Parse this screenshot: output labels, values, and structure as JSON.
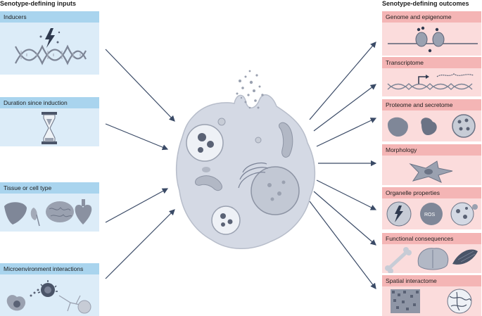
{
  "inputs": {
    "heading": "Senotype-defining inputs",
    "boxes": [
      {
        "label": "Inducers",
        "icon": "dna-lightning-icon"
      },
      {
        "label": "Duration since induction",
        "icon": "hourglass-icon"
      },
      {
        "label": "Tissue or cell type",
        "icon": "organs-icon"
      },
      {
        "label": "Microenvironment interactions",
        "icon": "immune-cells-icon"
      }
    ]
  },
  "outcomes": {
    "heading": "Senotype-defining outcomes",
    "boxes": [
      {
        "label": "Genome and epigenome",
        "icon": "nucleosome-icon"
      },
      {
        "label": "Transcriptome",
        "icon": "transcription-icon"
      },
      {
        "label": "Proteome and secretome",
        "icon": "proteins-icon"
      },
      {
        "label": "Morphology",
        "icon": "cell-shape-icon"
      },
      {
        "label": "Organelle properties",
        "icon": "organelles-icon"
      },
      {
        "label": "Functional consequences",
        "icon": "tissues-icon"
      },
      {
        "label": "Spatial interactome",
        "icon": "spatial-map-icon"
      }
    ]
  },
  "center": {
    "icon": "senescent-cell-icon"
  },
  "colors": {
    "input_header": "#a9d4ee",
    "input_body": "#dcecf8",
    "output_header": "#f4b5b5",
    "output_body": "#fbdcdc",
    "arrow": "#3a4a66",
    "cell": "#d4d9e4"
  }
}
